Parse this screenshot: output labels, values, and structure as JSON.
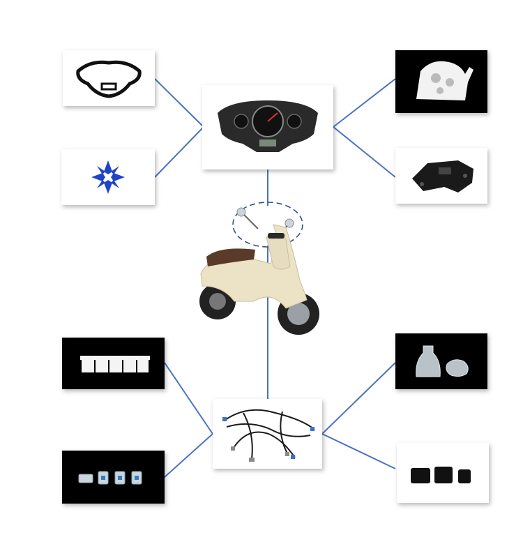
{
  "colors": {
    "connector_line": "#4a72c0",
    "callout_ring": "#2f4f86",
    "card_white": "#ffffff",
    "card_black": "#000000",
    "motorcycle_body": "#ece2c6",
    "motorcycle_seat": "#5a3b2a",
    "accent_blue": "#1f44c8"
  },
  "diagram": {
    "center_top": {
      "name": "instrument-cluster",
      "bg": "white"
    },
    "center_bottom": {
      "name": "wiring-harness",
      "bg": "white"
    },
    "hub": {
      "name": "motor-scooter"
    },
    "left_top": [
      {
        "name": "dashboard-bezel",
        "bg": "white"
      },
      {
        "name": "blue-star-part",
        "bg": "white"
      }
    ],
    "right_top": [
      {
        "name": "white-gear-housing",
        "bg": "black"
      },
      {
        "name": "black-bracket",
        "bg": "white"
      }
    ],
    "left_bottom": [
      {
        "name": "white-connector-block",
        "bg": "black"
      },
      {
        "name": "clear-terminal-clips",
        "bg": "black"
      }
    ],
    "right_bottom": [
      {
        "name": "clear-rubber-boots",
        "bg": "black"
      },
      {
        "name": "black-rubber-caps",
        "bg": "white"
      }
    ]
  }
}
